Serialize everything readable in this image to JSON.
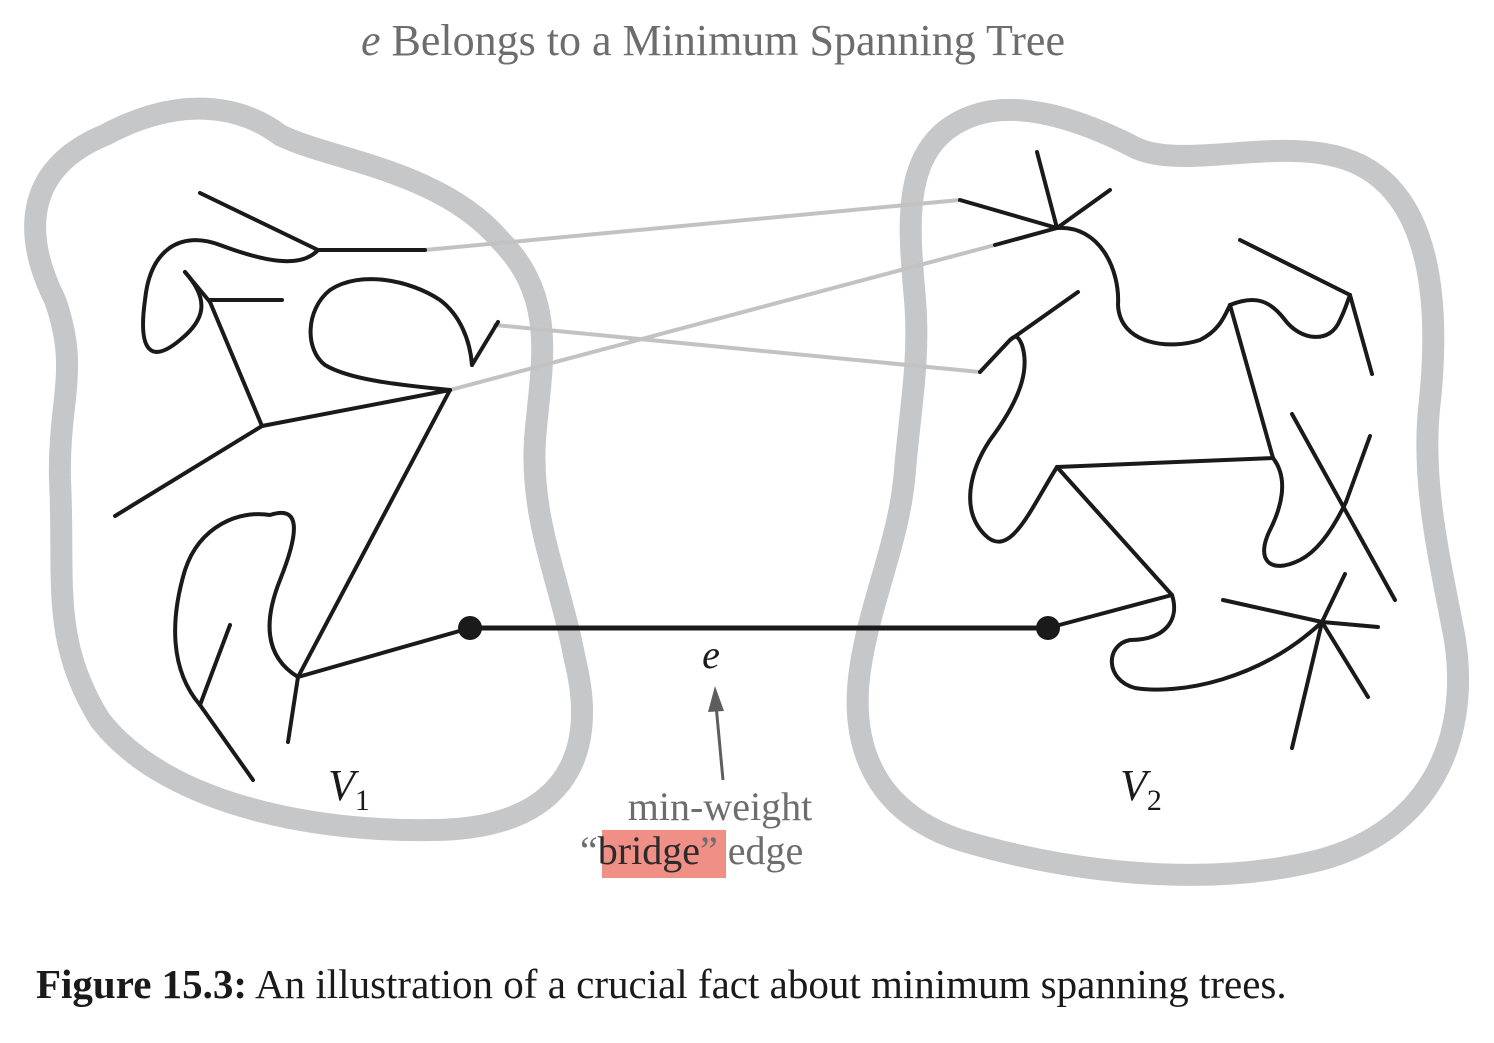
{
  "figure": {
    "title_italic": "e",
    "title_rest": " Belongs to a Minimum Spanning Tree",
    "set_left_main": "V",
    "set_left_sub": "1",
    "set_right_main": "V",
    "set_right_sub": "2",
    "edge_label": "e",
    "annotation_line1": "min-weight",
    "annotation_open_quote": "“",
    "annotation_highlight": "bridge",
    "annotation_close_quote": "” edge"
  },
  "caption": {
    "label": "Figure 15.3:",
    "text": " An illustration of a crucial fact about minimum spanning trees."
  },
  "colors": {
    "region_outline": "#c6c7c9",
    "tree_edges": "#1a1a1a",
    "crossing_edges": "#c2c2c2",
    "highlight": "#ef8f86",
    "annotation_text": "#6d6d6d"
  }
}
